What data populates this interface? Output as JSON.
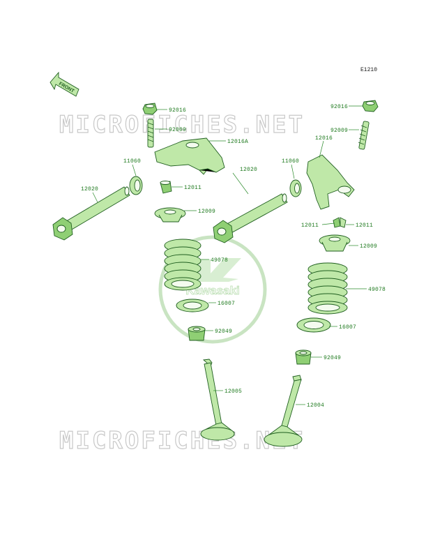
{
  "diagram_ref": "E1210",
  "watermark": "MICROFICHES.NET",
  "brand": "Kawasaki",
  "front_label": "FRONT",
  "colors": {
    "part_green": "#bfe8a8",
    "line_green": "#1f5e1f",
    "label_green": "#1f7a1f",
    "watermark_gray": "#c8c8c8"
  },
  "callouts": {
    "c92016a": "92016",
    "c92009a": "92009",
    "c12016a": "12016A",
    "c11060a": "11060",
    "c12011a": "12011",
    "c12020a": "12020",
    "c12009a": "12009",
    "c49078a": "49078",
    "c16007a": "16007",
    "c92049a": "92049",
    "c12005": "12005",
    "c92016b": "92016",
    "c92009b": "92009",
    "c12016": "12016",
    "c11060b": "11060",
    "c12020b": "12020",
    "c12011b": "12011",
    "c12011c": "12011",
    "c12009b": "12009",
    "c49078b": "49078",
    "c16007b": "16007",
    "c92049b": "92049",
    "c12004": "12004"
  }
}
